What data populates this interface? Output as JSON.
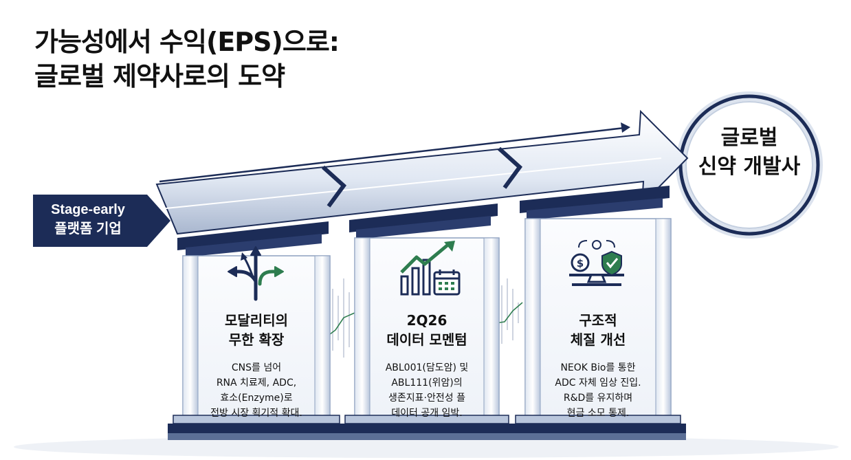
{
  "title": {
    "line1": "가능성에서 수익(EPS)으로:",
    "line2": "글로벌 제약사로의 도약"
  },
  "start_tag": {
    "line1": "Stage-early",
    "line2": "플랫폼 기업"
  },
  "goal": {
    "line1": "글로벌",
    "line2": "신약 개발사"
  },
  "pillars": [
    {
      "icon": "diverging-arrows-icon",
      "heading": [
        "모달리티의",
        "무한 확장"
      ],
      "body": [
        "CNS를 넘어",
        "RNA 치료제, ADC,",
        "효소(Enzyme)로",
        "전방 시장 획기적 확대."
      ]
    },
    {
      "icon": "growth-chart-calendar-icon",
      "heading": [
        "2Q26",
        "데이터 모멘텀"
      ],
      "body": [
        "ABL001(담도암) 및",
        "ABL111(위암)의",
        "생존지표·안전성 플",
        "데이터 공개 임박."
      ]
    },
    {
      "icon": "balance-scale-shield-icon",
      "heading": [
        "구조적",
        "체질 개선"
      ],
      "body": [
        "NEOK Bio를 통한",
        "ADC 자체 임상 진입.",
        "R&D를 유지하며",
        "현금 소모 통제."
      ]
    }
  ],
  "colors": {
    "navy": "#1c2c57",
    "steel": "#b9c6dc",
    "accent_green": "#2e7d4f",
    "pillar_face": "#f6f8fc"
  }
}
